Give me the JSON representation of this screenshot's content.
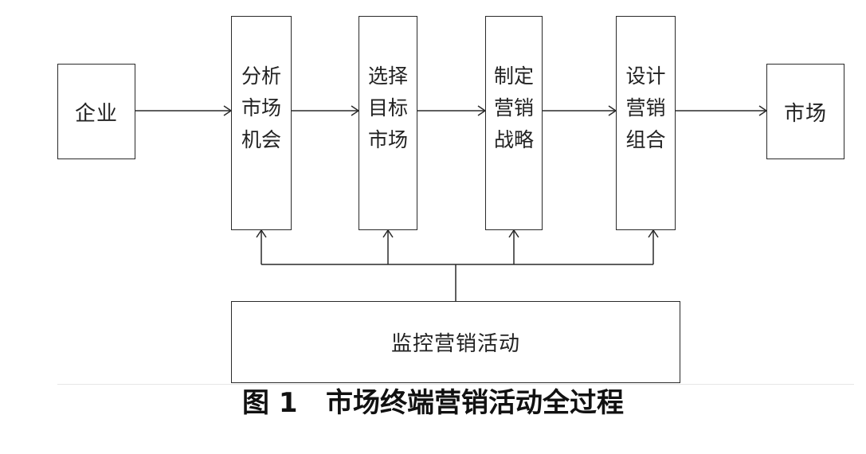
{
  "nodes": {
    "enterprise": "企业",
    "analyze": "分析市场机会",
    "select": "选择目标市场",
    "strategy": "制定营销战略",
    "design": "设计营销组合",
    "market": "市场",
    "monitor": "监控营销活动"
  },
  "caption": {
    "number": "图 1",
    "title": "市场终端营销活动全过程"
  },
  "colors": {
    "line": "#2a2a2a",
    "text": "#222222"
  }
}
